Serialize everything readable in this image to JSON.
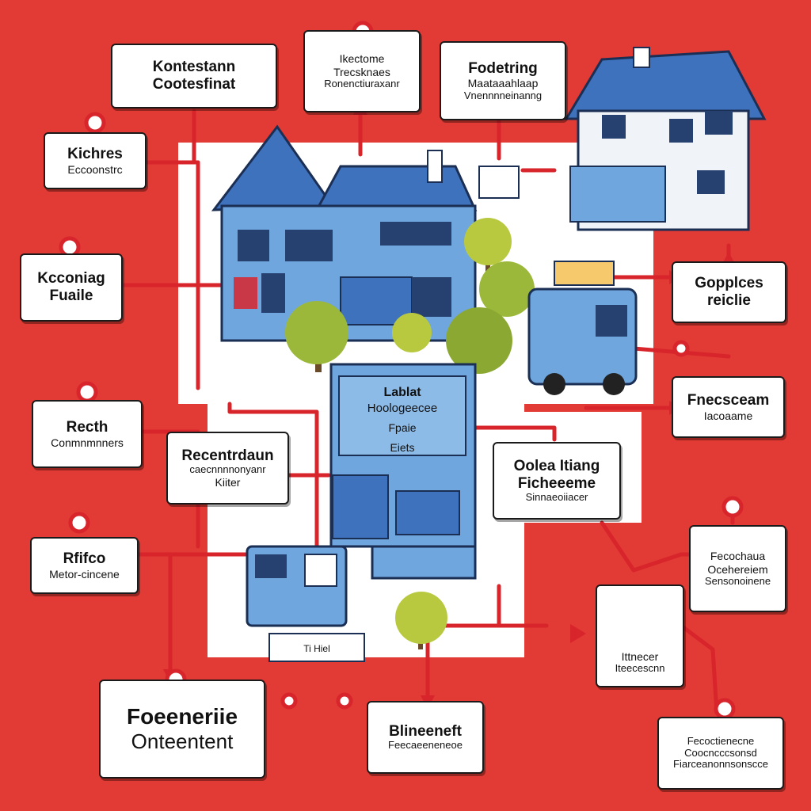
{
  "labels": {
    "top_left": {
      "line1": "Kontestann",
      "line2": "Cootesfinat"
    },
    "top_center": {
      "line1": "Ikectome",
      "line2": "Trecsknaes",
      "line3": "Ronenctiuraxanr"
    },
    "top_right": {
      "line1": "Fodetring",
      "line2": "Maataaahlaap",
      "line3": "Vnennnneinanng"
    },
    "left_1": {
      "line1": "Kichres",
      "line2": "Eccoonstrc"
    },
    "left_2": {
      "line1": "Kcconiag",
      "line2": "Fuaile"
    },
    "left_3": {
      "line1": "Recth",
      "line2": "Conmnmnners"
    },
    "left_4": {
      "line1": "Rfifco",
      "line2": "Metor-cincene"
    },
    "center_left": {
      "line1": "Recentrdaun",
      "line2": "caecnnnnonyanr",
      "line3": "Kiiter"
    },
    "center_right": {
      "line1": "Oolea Itiang",
      "line2": "Ficheeeme",
      "line3": "Sinnaeoiiacer"
    },
    "right_1": {
      "line1": "Gopplces",
      "line2": "reiclie"
    },
    "right_2": {
      "line1": "Fnecsceam",
      "line2": "Iacoaame"
    },
    "right_3": {
      "line1": "Fecochaua",
      "line2": "Ocehereiem",
      "line3": "Sensonoinene"
    },
    "right_4": {
      "line1": "Ittnecer",
      "line2": "Iteecescnn"
    },
    "bottom_left": {
      "line1": "Foeeneriie",
      "line2": "Onteentent"
    },
    "bottom_center": {
      "line1": "Blineeneft",
      "line2": "Feecaeeneneoe"
    },
    "bottom_right": {
      "line1": "Fecoctienecne",
      "line2": "Coocncccsonsd",
      "line3": "Fiarceanonnsonscce"
    }
  },
  "board": {
    "line1": "Lablat",
    "line2": "Hoologeecee",
    "line3": "Fpaie",
    "line4": "Eiets"
  },
  "sign": {
    "text": "Ti Hiel"
  },
  "colors": {
    "background": "#e23a34",
    "house_blue": "#6fa6de",
    "roof_blue": "#3f72bd",
    "connector": "#d8242b",
    "tree_green": "#9cb83a"
  }
}
